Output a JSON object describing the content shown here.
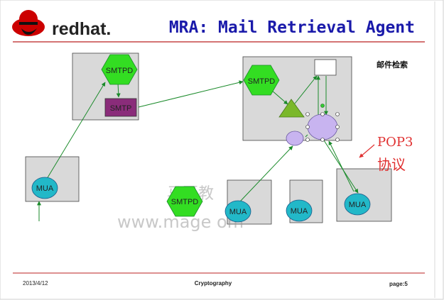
{
  "header": {
    "brand": "redhat.",
    "title": "MRA: Mail Retrieval Agent"
  },
  "annotation": {
    "mail_retrieval": "邮件检索",
    "pop3": "POP3",
    "protocol": "协议"
  },
  "diagram": {
    "smtpd_1": "SMTPD",
    "smtp": "SMTP",
    "smtpd_2": "SMTPD",
    "smtpd_3": "SMTPD",
    "mua_1": "MUA",
    "mua_2": "MUA",
    "mua_3": "MUA",
    "mua_4": "MUA"
  },
  "watermark": {
    "line1": "马哥教",
    "line2": "www.mage    om"
  },
  "footer": {
    "date": "2013/4/12",
    "topic": "Cryptography",
    "page_label": "page:",
    "page_number": "5"
  },
  "colors": {
    "brand_red": "#cc0000",
    "title_blue": "#1a1aaa",
    "smtpd_green": "#33dd22",
    "mua_cyan": "#22b8c8",
    "mailbox_lavender": "#c8b4f0",
    "smtp_purple": "#8a2c7a",
    "arrow_green": "#1a8a2a",
    "callout_red": "#e03030"
  }
}
